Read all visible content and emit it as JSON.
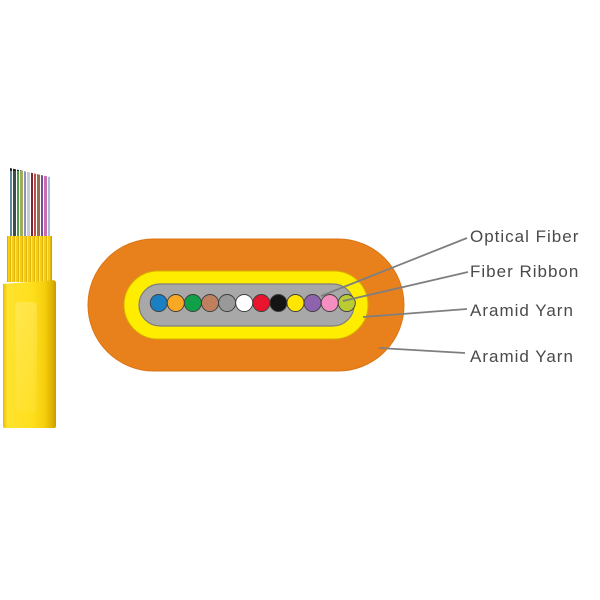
{
  "figure": {
    "description": "Flat ribbon fiber optic cable cross-section diagram"
  },
  "callouts": [
    {
      "label": "Optical Fiber"
    },
    {
      "label": "Fiber Ribbon"
    },
    {
      "label": "Aramid Yarn"
    },
    {
      "label": "Aramid Yarn"
    }
  ],
  "colors": {
    "outer_jacket_orange": "#E8811B",
    "outer_jacket_edge": "#DC7413",
    "inner_layer_yellow": "#FFED00",
    "inner_layer_yellow_edge": "#D9AE00",
    "ribbon_matrix_gray": "#A8A8A8",
    "ribbon_matrix_edge": "#7E7E7E",
    "fiber_dot_outline": "#3F3F3F",
    "leader_line": "#7F7F7F",
    "label_text": "#4A4A4A",
    "cable_yellow": "#FFDF1C"
  },
  "fibers": {
    "count": 12,
    "names": [
      "blue",
      "orange",
      "green",
      "brown",
      "slate",
      "white",
      "red",
      "black",
      "yellow",
      "violet",
      "rose",
      "aqua"
    ],
    "colors": [
      "#1B7FC4",
      "#F9A825",
      "#0FA048",
      "#C08060",
      "#999999",
      "#FFFFFF",
      "#E8152C",
      "#141414",
      "#FFE500",
      "#8E62AD",
      "#F48FC0",
      "#BBCB33"
    ]
  },
  "cable3d": {
    "strand_colors": [
      "#5F8BA1",
      "#3F4E46",
      "#4E9A51",
      "#9FAE57",
      "#8E8FC0",
      "#C8C9D2",
      "#7C2730",
      "#C44A4A",
      "#9A6C4E",
      "#6F4E97",
      "#C76CB0",
      "#A9B7D8"
    ],
    "strand_tip_color": "#262626"
  }
}
